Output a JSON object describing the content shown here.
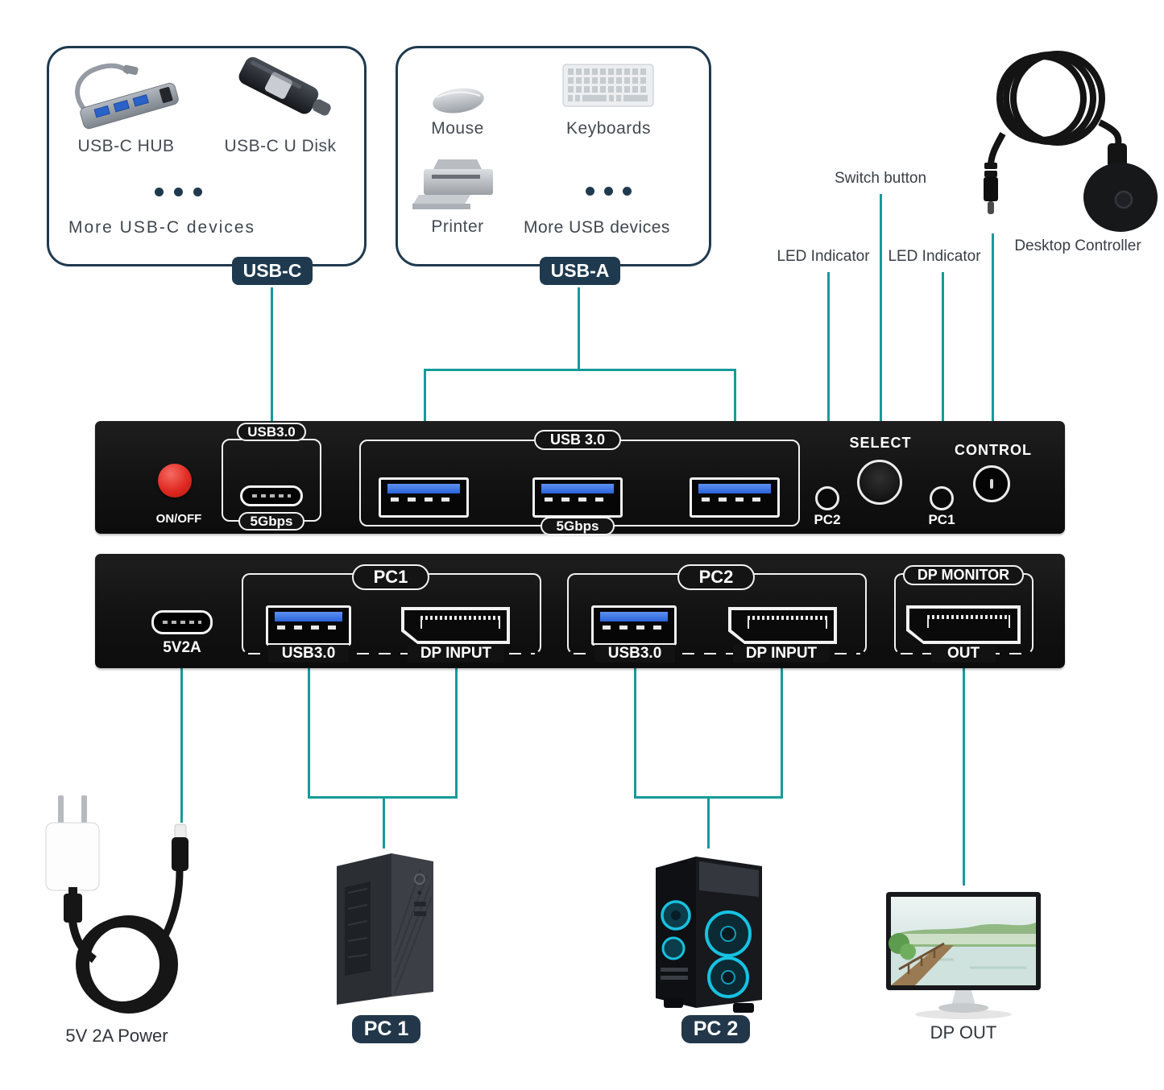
{
  "colors": {
    "teal": "#169b9b",
    "navy": "#1f3a4e",
    "red": "#e02a22",
    "usb_blue": "#2f6de0"
  },
  "usb_c_box": {
    "badge": "USB-C",
    "items": [
      "USB-C HUB",
      "USB-C U Disk"
    ],
    "more": "More USB-C devices"
  },
  "usb_a_box": {
    "badge": "USB-A",
    "items": [
      "Mouse",
      "Keyboards",
      "Printer"
    ],
    "more": "More USB devices"
  },
  "callouts": {
    "switch_button": "Switch button",
    "led_left": "LED Indicator",
    "led_right": "LED Indicator",
    "desktop_controller": "Desktop Controller"
  },
  "front_panel": {
    "power_button": "ON/OFF",
    "usbc_section": {
      "top": "USB3.0",
      "bottom": "5Gbps"
    },
    "usb3_section": {
      "top": "USB 3.0",
      "bottom": "5Gbps"
    },
    "pc2_led": "PC2",
    "select_button": "SELECT",
    "pc1_led": "PC1",
    "control_jack": "CONTROL"
  },
  "rear_panel": {
    "power_port": "5V2A",
    "pc1": {
      "title": "PC1",
      "usb": "USB3.0",
      "dp": "DP INPUT"
    },
    "pc2": {
      "title": "PC2",
      "usb": "USB3.0",
      "dp": "DP INPUT"
    },
    "monitor": {
      "title": "DP MONITOR",
      "out": "OUT"
    }
  },
  "bottom": {
    "power": "5V 2A Power",
    "pc1": "PC 1",
    "pc2": "PC 2",
    "monitor": "DP OUT"
  }
}
